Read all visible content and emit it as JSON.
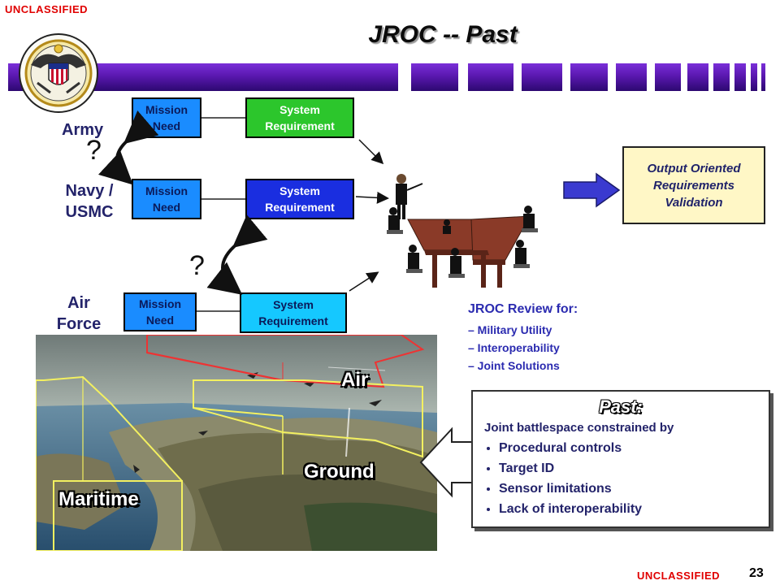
{
  "classification": {
    "top": "UNCLASSIFIED",
    "bottom": "UNCLASSIFIED"
  },
  "page_number": "23",
  "title": "JROC -- Past",
  "services": {
    "army": "Army",
    "navy": "Navy / USMC",
    "air_force": "Air Force"
  },
  "question_mark": "?",
  "rows": [
    {
      "mission": "Mission Need",
      "system": "System Requirement"
    },
    {
      "mission": "Mission Need",
      "system": "System Requirement"
    },
    {
      "mission": "Mission Need",
      "system": "System Requirement"
    }
  ],
  "output_box": "Output Oriented Requirements Validation",
  "review": {
    "heading": "JROC Review for:",
    "items": [
      "– Military Utility",
      "– Interoperability",
      "– Joint Solutions"
    ]
  },
  "battlespace": {
    "air": "Air",
    "ground": "Ground",
    "maritime": "Maritime"
  },
  "past": {
    "heading": "Past:",
    "intro": "Joint battlespace constrained by",
    "items": [
      "Procedural controls",
      "Target ID",
      "Sensor limitations",
      "Lack of interoperability"
    ]
  },
  "colors": {
    "classification": "#e00000",
    "purple_bar": "#5a18b0",
    "mission_need": "#1a8cff",
    "system_green": "#2cc62c",
    "system_blue": "#1a2ee0",
    "system_cyan": "#15c8ff",
    "output_box": "#fff7c6",
    "arrow": "#3a3ad0"
  }
}
